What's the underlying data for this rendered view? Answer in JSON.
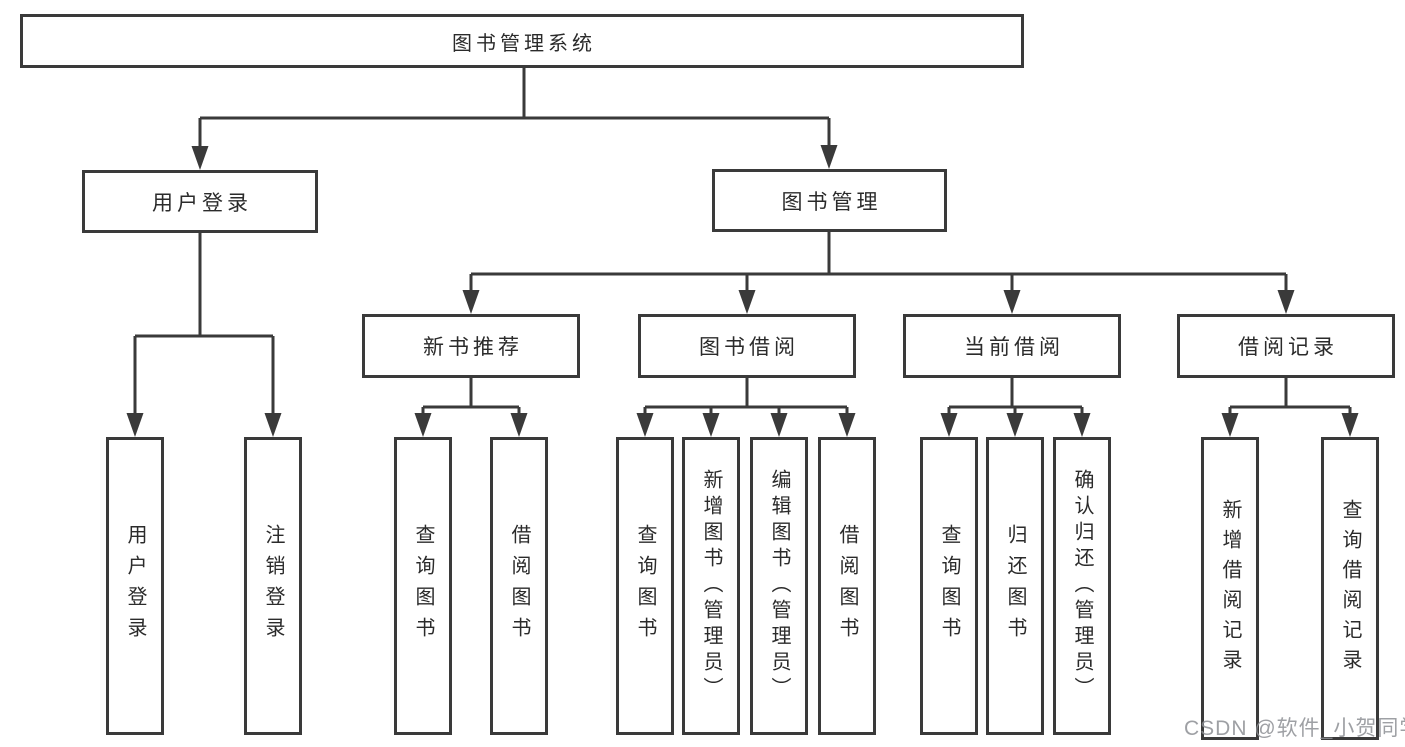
{
  "diagram": {
    "root": {
      "label": "图书管理系统"
    },
    "branches": {
      "user_login": {
        "label": "用户登录",
        "children": {
          "login": {
            "label": "用户登录"
          },
          "logout": {
            "label": "注销登录"
          }
        }
      },
      "book_management": {
        "label": "图书管理",
        "children": {
          "new_book_recommend": {
            "label": "新书推荐",
            "children": {
              "query_books": {
                "label": "查询图书"
              },
              "borrow_books": {
                "label": "借阅图书"
              }
            }
          },
          "book_borrow": {
            "label": "图书借阅",
            "children": {
              "query_books": {
                "label": "查询图书"
              },
              "add_books_admin": {
                "label": "新增图书（管理员）"
              },
              "edit_books_admin": {
                "label": "编辑图书（管理员）"
              },
              "borrow_books": {
                "label": "借阅图书"
              }
            }
          },
          "current_borrow": {
            "label": "当前借阅",
            "children": {
              "query_books": {
                "label": "查询图书"
              },
              "return_books": {
                "label": "归还图书"
              },
              "confirm_return_admin": {
                "label": "确认归还（管理员）"
              }
            }
          },
          "borrow_records": {
            "label": "借阅记录",
            "children": {
              "add_borrow_record": {
                "label": "新增借阅记录"
              },
              "query_borrow_record": {
                "label": "查询借阅记录"
              }
            }
          }
        }
      }
    }
  },
  "watermark": {
    "text": "CSDN @软件_小贺同学"
  },
  "colors": {
    "line": "#3a3a3a",
    "box_border": "#3a3a3a",
    "text": "#2b2b2b",
    "watermark": "#8e9095",
    "background": "#ffffff"
  }
}
